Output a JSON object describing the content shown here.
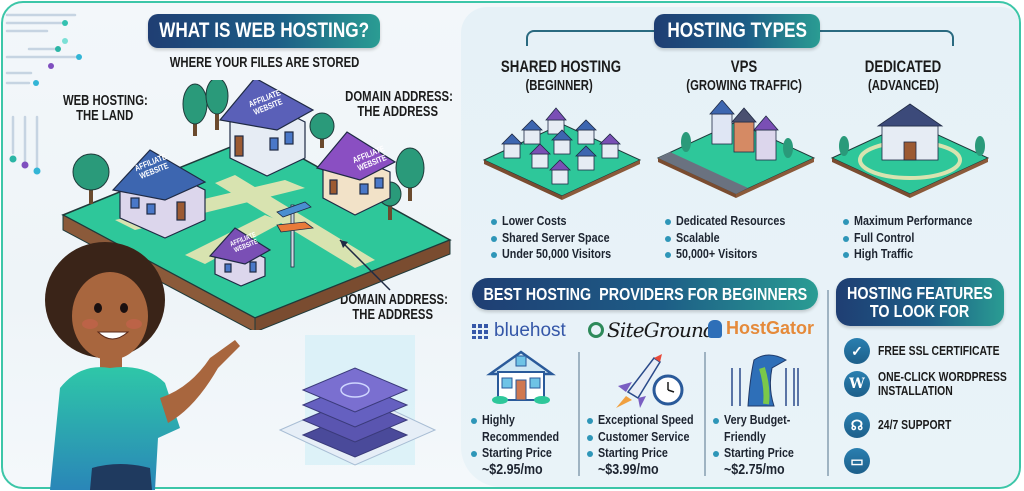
{
  "left": {
    "title": "WHAT IS WEB HOSTING?",
    "subtitle": "WHERE YOUR FILES ARE STORED",
    "callouts": {
      "web_hosting": [
        "WEB HOSTING:",
        "THE LAND"
      ],
      "domain_top": [
        "DOMAIN ADDRESS:",
        "THE ADDRESS"
      ],
      "domain_bottom": [
        "DOMAIN ADDRESS:",
        "THE ADDRESS"
      ]
    },
    "house_label": [
      "AFFILIATE",
      "WEBSITE"
    ]
  },
  "hosting_types": {
    "title": "HOSTING TYPES",
    "columns": [
      {
        "name": "SHARED HOSTING",
        "level": "(BEGINNER)",
        "bullets": [
          "Lower Costs",
          "Shared Server Space",
          "Under 50,000 Visitors"
        ]
      },
      {
        "name": "VPS",
        "level": "(GROWING TRAFFIC)",
        "bullets": [
          "Dedicated Resources",
          "Scalable",
          "50,000+ Visitors"
        ]
      },
      {
        "name": "DEDICATED",
        "level": "(ADVANCED)",
        "bullets": [
          "Maximum Performance",
          "Full Control",
          "High Traffic"
        ]
      }
    ]
  },
  "providers": {
    "title": "BEST HOSTING  PROVIDERS FOR BEGINNERS",
    "items": [
      {
        "brand": "bluehost",
        "icon": "house-icon",
        "lines": [
          "Highly",
          "Recommended",
          "Starting Price",
          "~$2.95/mo"
        ]
      },
      {
        "brand": "SiteGround",
        "icon": "rocket-stopwatch-icon",
        "lines": [
          "Exceptional Speed",
          "Customer Service",
          "Starting Price",
          "~$3.99/mo"
        ]
      },
      {
        "brand": "HostGator",
        "icon": "gator-mascot-icon",
        "lines": [
          "Very Budget-",
          "Friendly",
          "Starting Price",
          "~$2.75/mo"
        ]
      }
    ]
  },
  "features": {
    "title": [
      "HOSTING FEATURES",
      "TO LOOK FOR"
    ],
    "items": [
      {
        "icon": "check-icon",
        "lines": [
          "FREE SSL CERTIFICATE"
        ]
      },
      {
        "icon": "wordpress-icon",
        "lines": [
          "ONE-CLICK WORDPRESS",
          "INSTALLATION"
        ]
      },
      {
        "icon": "headset-icon",
        "lines": [
          "24/7 SUPPORT"
        ]
      },
      {
        "icon": "wallet-icon",
        "lines": [
          ""
        ]
      }
    ]
  },
  "colors": {
    "frame": "#3cc6a8",
    "pill_start": "#1f3e73",
    "pill_end": "#2a9c93",
    "grass": "#2ec79a",
    "roof_blue": "#3d66b0",
    "roof_purple": "#7a4fb5",
    "hostgator_orange": "#e58a3a",
    "bluehost_blue": "#3557a8"
  }
}
